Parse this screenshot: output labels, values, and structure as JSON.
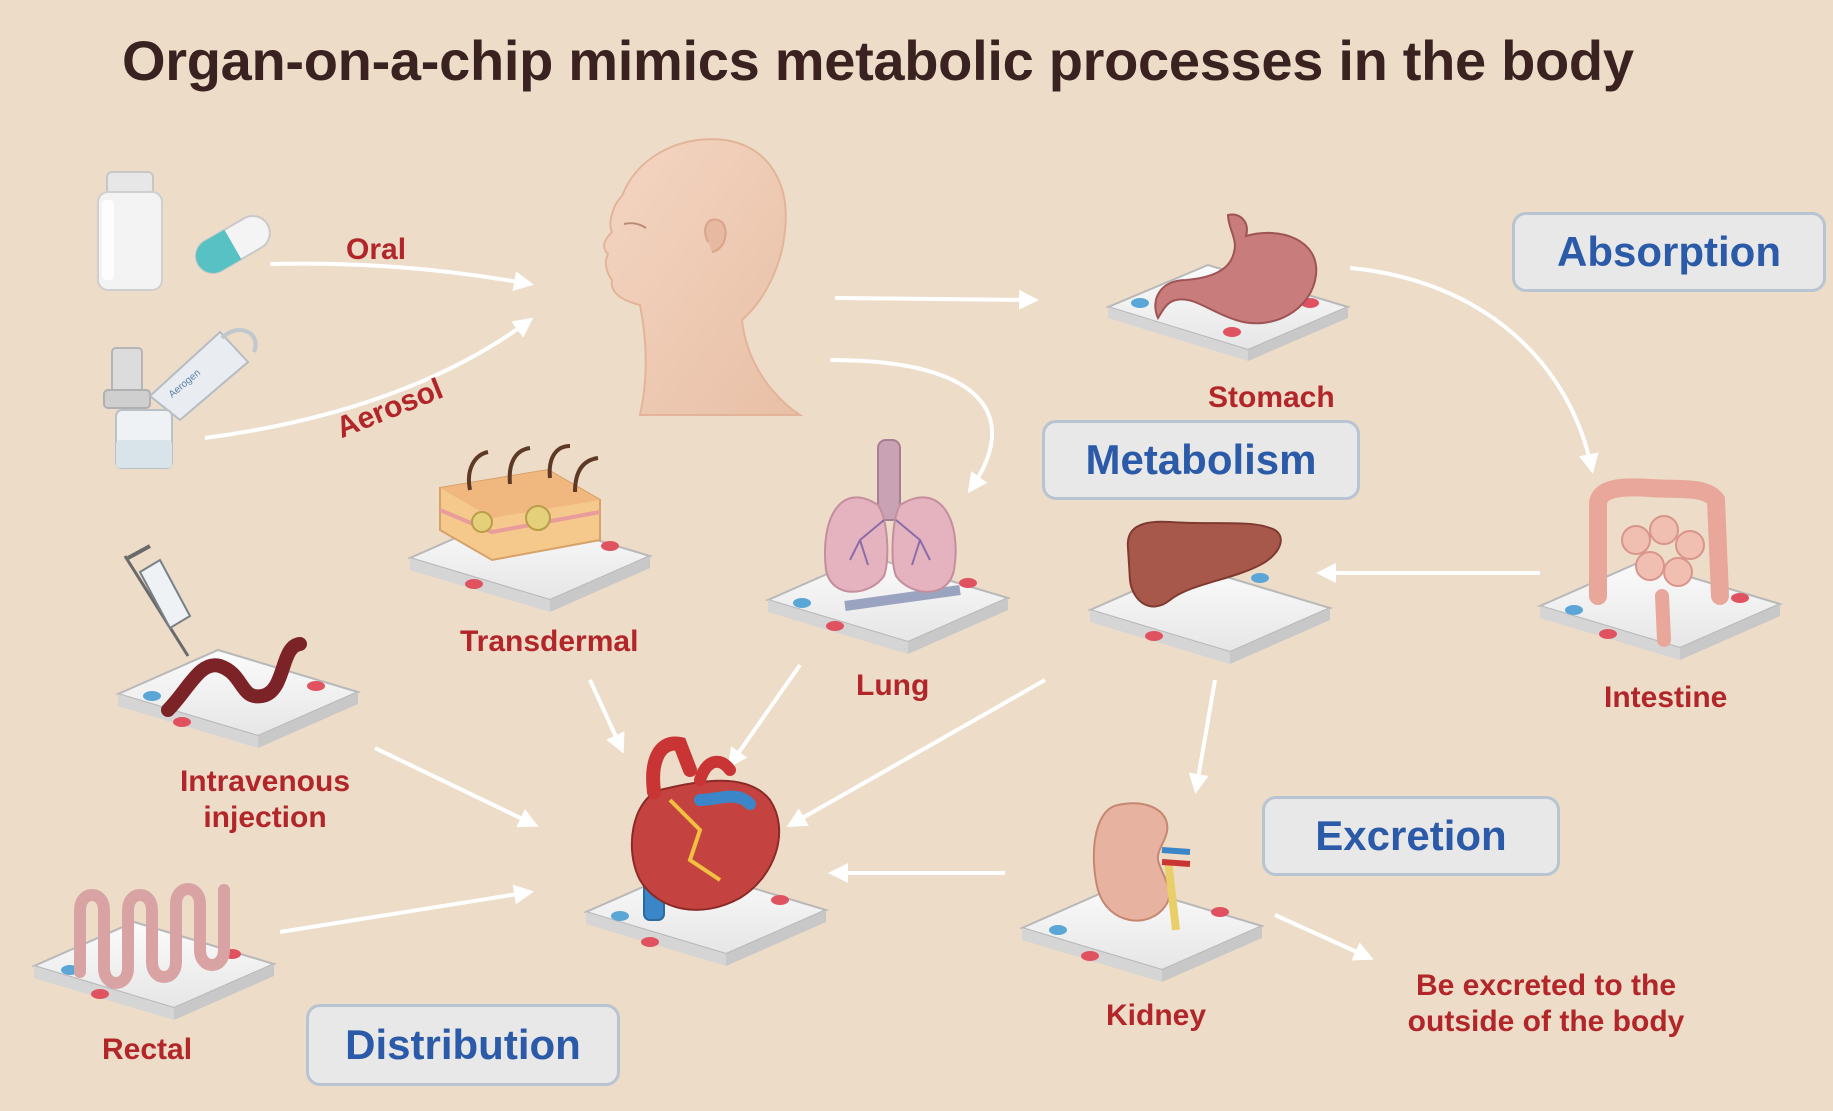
{
  "title": "Organ-on-a-chip mimics metabolic processes in the body",
  "routes": {
    "oral": "Oral",
    "aerosol": "Aerosol",
    "transdermal": "Transdermal",
    "intravenous_line1": "Intravenous",
    "intravenous_line2": "injection",
    "rectal": "Rectal"
  },
  "organs": {
    "stomach": "Stomach",
    "lung": "Lung",
    "intestine": "Intestine",
    "kidney": "Kidney"
  },
  "stages": {
    "absorption": "Absorption",
    "metabolism": "Metabolism",
    "excretion": "Excretion",
    "distribution": "Distribution"
  },
  "excreted_line1": "Be excreted to the",
  "excreted_line2": "outside of the body",
  "nebulizer_brand": "Aerogen",
  "colors": {
    "background": "#ecdcc8",
    "route_label": "#b2262a",
    "stage_label": "#2b5aa8",
    "title": "#3a2220",
    "arrow": "#ffffff"
  }
}
